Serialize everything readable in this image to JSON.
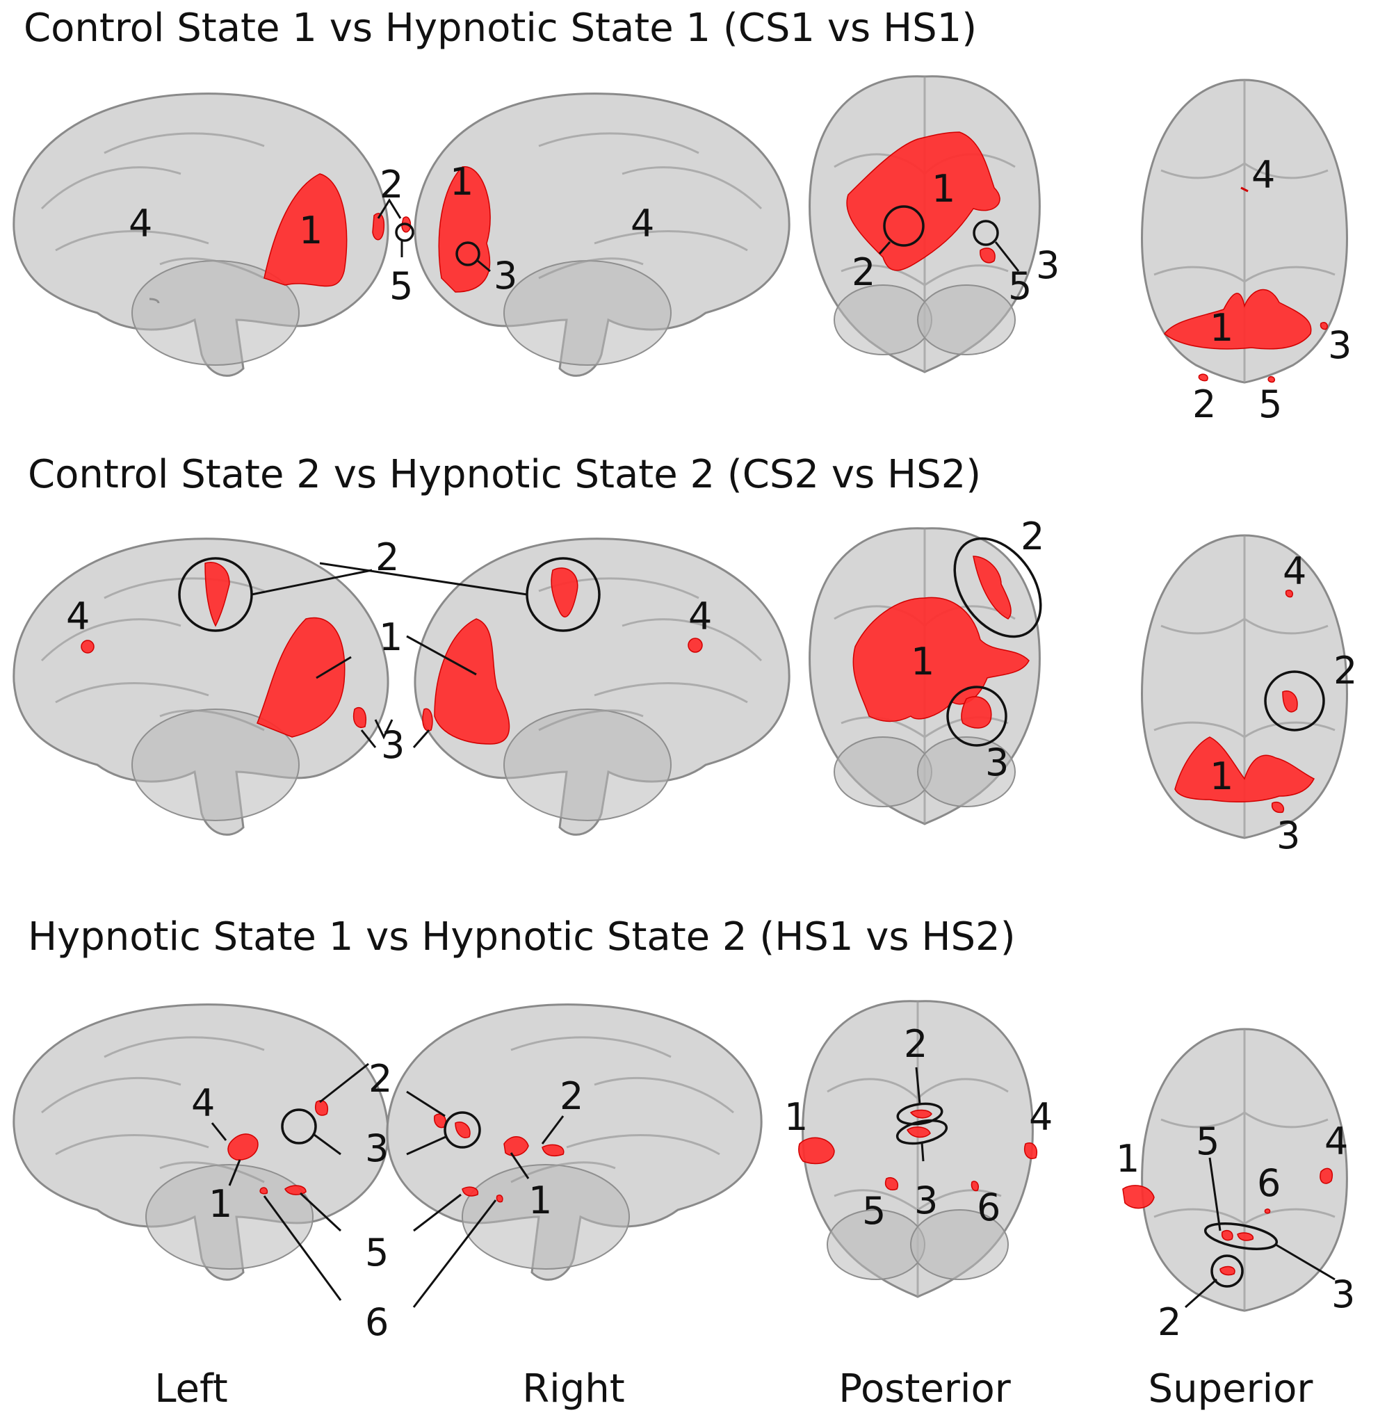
{
  "rows": [
    {
      "title": "Control State 1 vs Hypnotic State 1 (CS1 vs HS1)"
    },
    {
      "title": "Control State 2 vs Hypnotic State 2 (CS2 vs HS2)"
    },
    {
      "title": "Hypnotic State 1 vs Hypnotic State 2 (HS1 vs HS2)"
    }
  ],
  "views": [
    "Left",
    "Right",
    "Posterior",
    "Superior"
  ],
  "colors": {
    "activation": "#ff2b2b",
    "brain": "#cfcfcf",
    "outline": "#8a8a8a"
  },
  "labels": {
    "r1_left": [
      "1",
      "4"
    ],
    "r1_mid": [
      "2",
      "5"
    ],
    "r1_right": [
      "1",
      "3",
      "4"
    ],
    "r1_post": [
      "1",
      "2",
      "5",
      "3"
    ],
    "r1_sup": [
      "4",
      "1",
      "3",
      "2",
      "5"
    ],
    "r2_left": [
      "4",
      "1"
    ],
    "r2_mid": [
      "2",
      "3"
    ],
    "r2_right": [
      "4"
    ],
    "r2_post": [
      "2",
      "1",
      "3"
    ],
    "r2_sup": [
      "4",
      "2",
      "1",
      "3"
    ],
    "r3_left": [
      "4",
      "1"
    ],
    "r3_mid": [
      "2",
      "3",
      "5",
      "6"
    ],
    "r3_right": [
      "2",
      "1"
    ],
    "r3_post": [
      "2",
      "1",
      "4",
      "5",
      "3",
      "6"
    ],
    "r3_sup": [
      "1",
      "5",
      "4",
      "6",
      "3",
      "2"
    ]
  }
}
